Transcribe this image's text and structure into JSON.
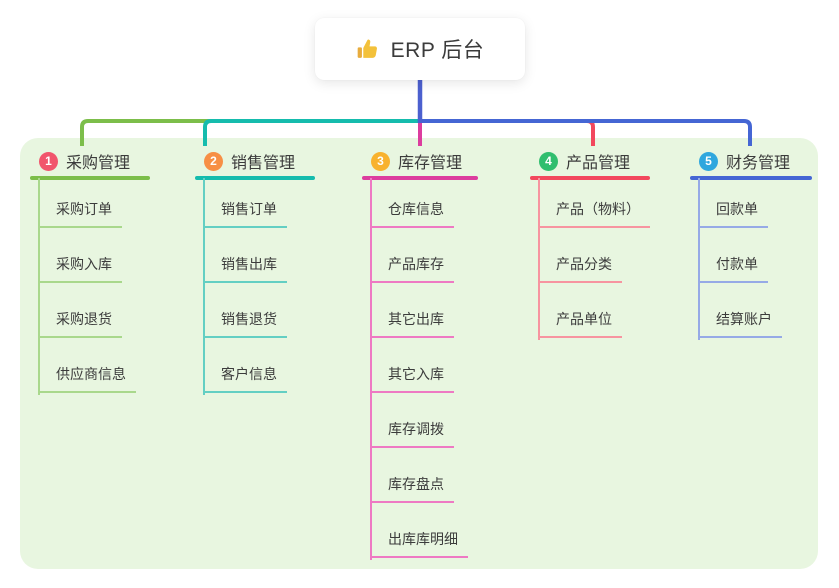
{
  "root": {
    "title": "ERP 后台",
    "icon": "thumbs-up-icon",
    "icon_color": "#F3C13A"
  },
  "canvas": {
    "background": "#ffffff",
    "panel_background": "#E8F6E0",
    "stem_color": "#4C60CF",
    "text_color": "#3c3c3c"
  },
  "branches": [
    {
      "badge": "1",
      "label": "采购管理",
      "badge_color": "#F1556C",
      "line_color": "#7CBE4A",
      "child_line_color": "#A9D88C",
      "children": [
        "采购订单",
        "采购入库",
        "采购退货",
        "供应商信息"
      ]
    },
    {
      "badge": "2",
      "label": "销售管理",
      "badge_color": "#F78F45",
      "line_color": "#15BCAD",
      "child_line_color": "#63CFC3",
      "children": [
        "销售订单",
        "销售出库",
        "销售退货",
        "客户信息"
      ]
    },
    {
      "badge": "3",
      "label": "库存管理",
      "badge_color": "#F8B22E",
      "line_color": "#DC3D9E",
      "child_line_color": "#EE79C3",
      "children": [
        "仓库信息",
        "产品库存",
        "其它出库",
        "其它入库",
        "库存调拨",
        "库存盘点",
        "出库库明细"
      ]
    },
    {
      "badge": "4",
      "label": "产品管理",
      "badge_color": "#30BE6E",
      "line_color": "#F2485D",
      "child_line_color": "#F794A0",
      "children": [
        "产品（物料）",
        "产品分类",
        "产品单位"
      ]
    },
    {
      "badge": "5",
      "label": "财务管理",
      "badge_color": "#2FA7DE",
      "line_color": "#4566D4",
      "child_line_color": "#96AAE6",
      "children": [
        "回款单",
        "付款单",
        "结算账户"
      ]
    }
  ]
}
